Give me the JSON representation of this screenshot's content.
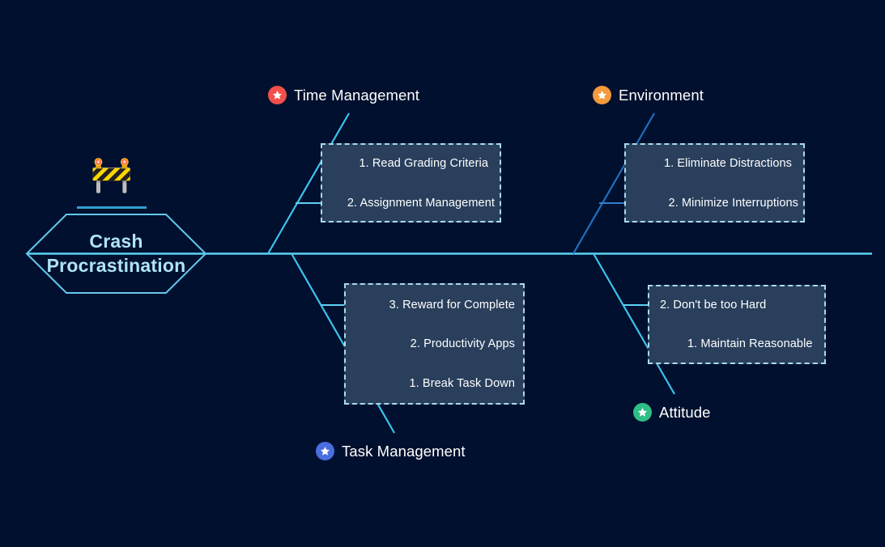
{
  "diagram": {
    "type": "fishbone",
    "head": {
      "icon": "construction-barrier-icon",
      "icon_glyph": "🚧",
      "title_line1": "Crash",
      "title_line2": "Procrastination"
    },
    "colors": {
      "background": "#01102e",
      "spine": "#5bd2f5",
      "head_outline": "#63c8ec",
      "head_text": "#aee4f7",
      "box_fill": "#293f5c",
      "box_border": "#a9dbe8",
      "cyan_branch": "#3cc3ef",
      "blue_branch": "#1f6fc2",
      "time_management": "#f2504b",
      "environment": "#f59a3c",
      "task_management": "#4a6ee0",
      "attitude": "#2fbf86"
    },
    "branches": [
      {
        "id": "time-management",
        "label": "Time Management",
        "badge_color": "#f2504b",
        "badge_icon": "star-icon",
        "position": "top-left",
        "causes": [
          {
            "text": "1. Read Grading Criteria"
          },
          {
            "text": "2. Assignment Management"
          }
        ]
      },
      {
        "id": "environment",
        "label": "Environment",
        "badge_color": "#f59a3c",
        "badge_icon": "star-icon",
        "position": "top-right",
        "causes": [
          {
            "text": "1. Eliminate Distractions"
          },
          {
            "text": "2. Minimize Interruptions"
          }
        ]
      },
      {
        "id": "task-management",
        "label": "Task Management",
        "badge_color": "#4a6ee0",
        "badge_icon": "star-icon",
        "position": "bottom-left",
        "causes": [
          {
            "text": "3. Reward for Complete"
          },
          {
            "text": "2. Productivity Apps"
          },
          {
            "text": "1. Break Task Down"
          }
        ]
      },
      {
        "id": "attitude",
        "label": "Attitude",
        "badge_color": "#2fbf86",
        "badge_icon": "star-icon",
        "position": "bottom-right",
        "causes": [
          {
            "text": "2. Don't be too Hard"
          },
          {
            "text": "1. Maintain Reasonable"
          }
        ]
      }
    ]
  }
}
